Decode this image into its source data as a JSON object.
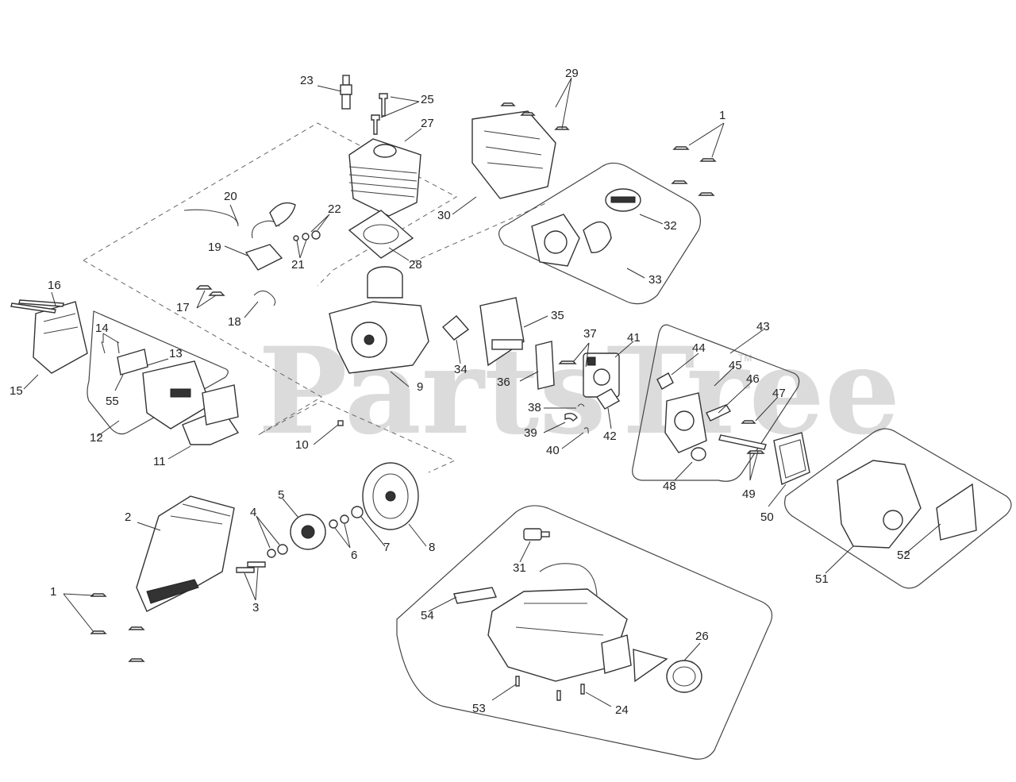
{
  "watermark": {
    "text": "PartsTree",
    "trademark": "TM"
  },
  "callouts": [
    "1",
    "1",
    "2",
    "3",
    "4",
    "5",
    "6",
    "7",
    "8",
    "9",
    "10",
    "11",
    "12",
    "13",
    "14",
    "15",
    "16",
    "17",
    "18",
    "19",
    "20",
    "21",
    "22",
    "23",
    "24",
    "25",
    "26",
    "27",
    "28",
    "29",
    "30",
    "31",
    "32",
    "33",
    "34",
    "35",
    "36",
    "37",
    "38",
    "39",
    "40",
    "41",
    "42",
    "43",
    "44",
    "45",
    "46",
    "47",
    "48",
    "49",
    "50",
    "51",
    "52",
    "53",
    "54",
    "55"
  ],
  "colors": {
    "line": "#333333",
    "watermark": "#cfcfcf",
    "background": "#ffffff"
  }
}
